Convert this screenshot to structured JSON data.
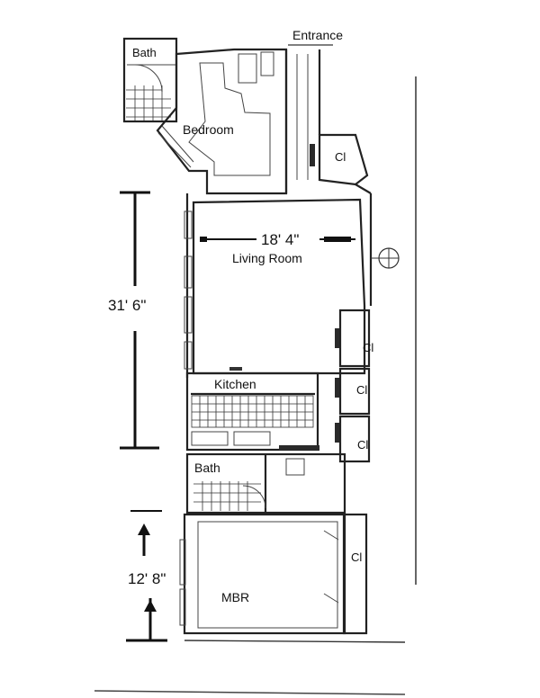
{
  "plan": {
    "labels": {
      "entrance": "Entrance",
      "bath_top": "Bath",
      "bedroom": "Bedroom",
      "closet_top": "Cl",
      "living_room": "Living Room",
      "closet_1": "Cl",
      "kitchen": "Kitchen",
      "closet_2": "Cl",
      "closet_3": "Cl",
      "bath_mid": "Bath",
      "closet_4": "Cl",
      "mbr": "MBR"
    },
    "dimensions": {
      "living_width": "18' 4\"",
      "main_length": "31' 6\"",
      "mbr_length": "12' 8\""
    }
  }
}
